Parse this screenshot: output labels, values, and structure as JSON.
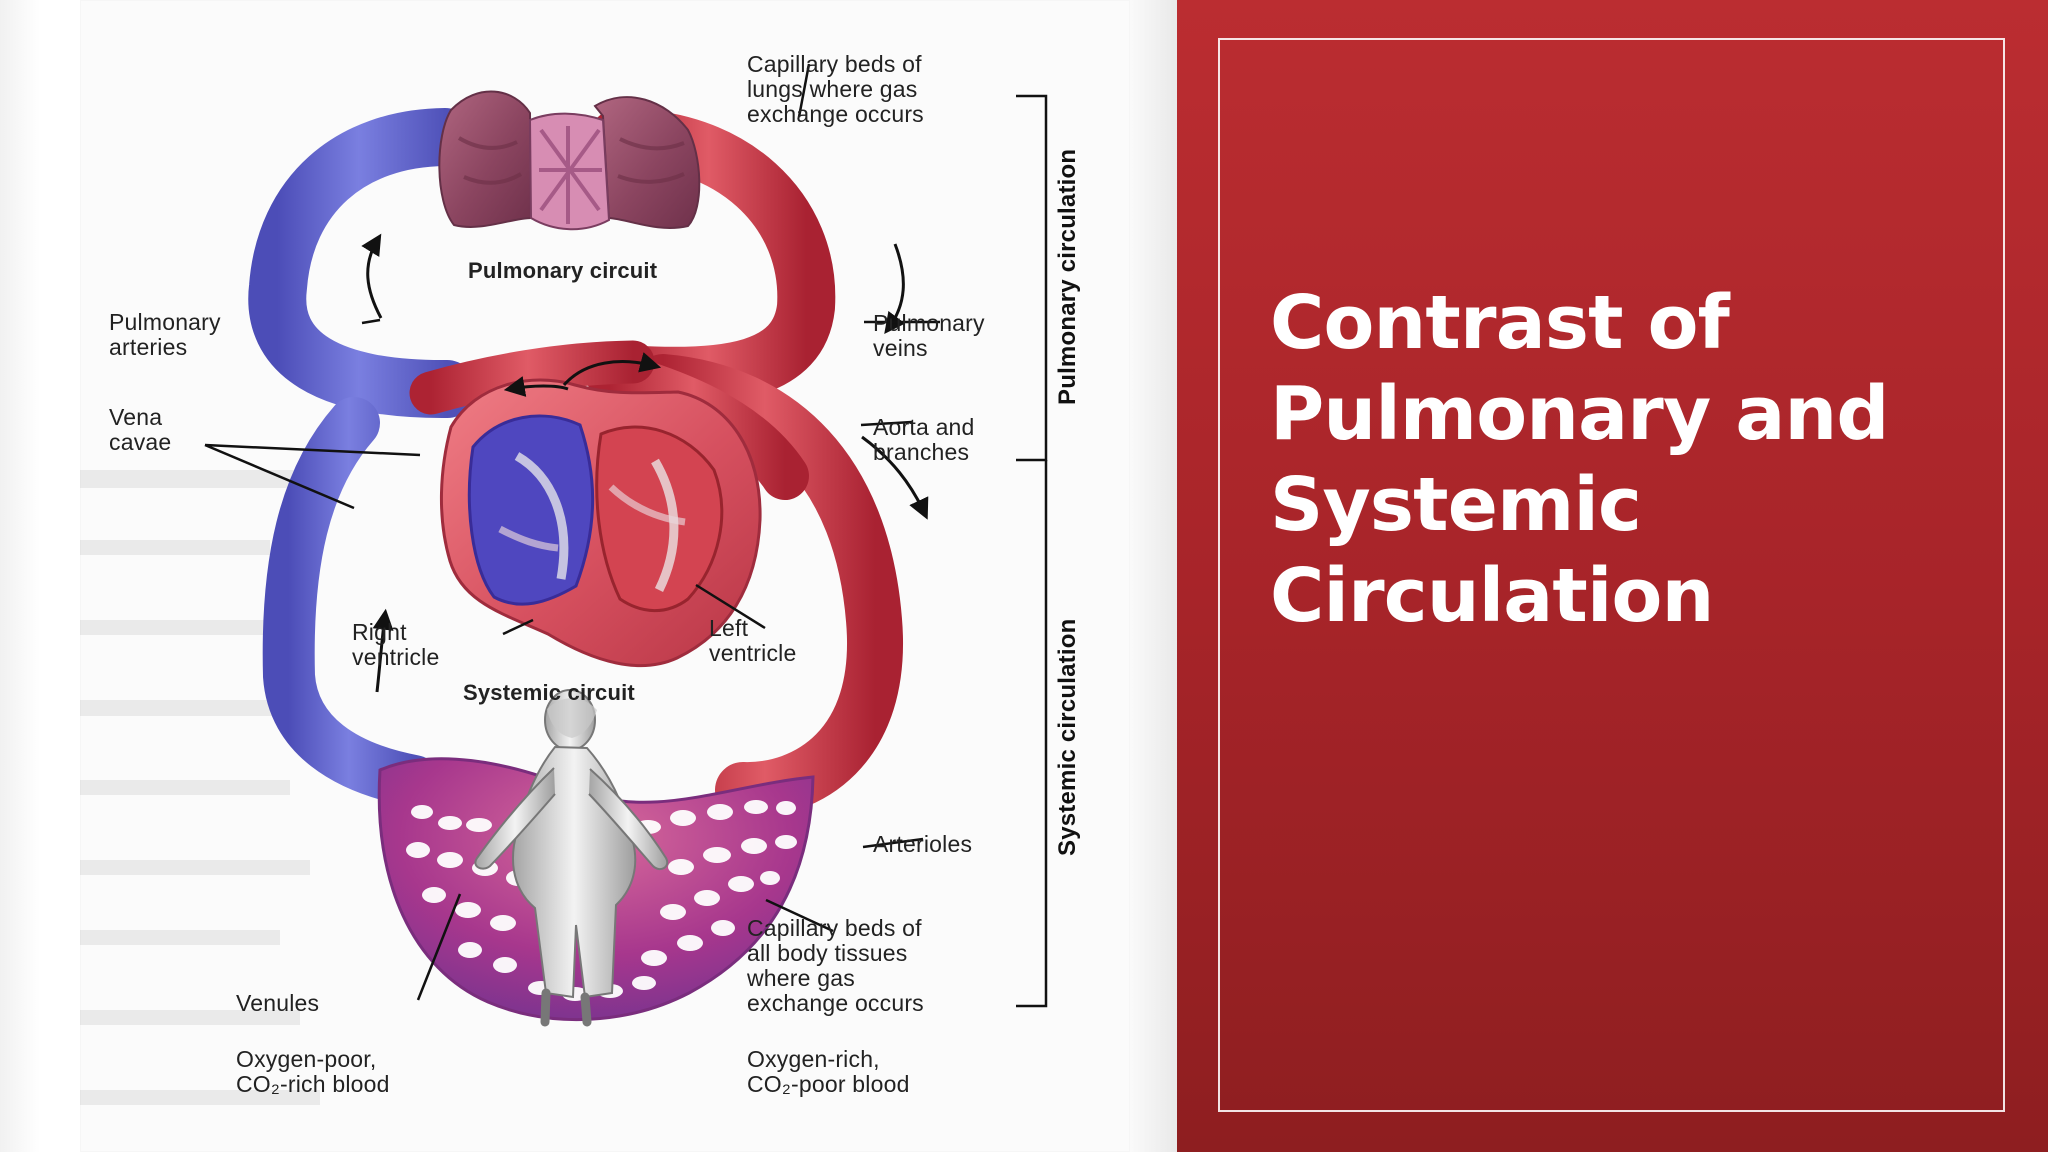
{
  "slide": {
    "title": "Contrast of Pulmonary and Systemic Circulation"
  },
  "diagram": {
    "labels": {
      "capillary_beds_lungs_1": "Capillary beds of",
      "capillary_beds_lungs_2": "lungs where gas",
      "capillary_beds_lungs_3": "exchange occurs",
      "pulmonary_circuit": "Pulmonary circuit",
      "pulmonary_arteries_1": "Pulmonary",
      "pulmonary_arteries_2": "arteries",
      "pulmonary_veins_1": "Pulmonary",
      "pulmonary_veins_2": "veins",
      "vena_cavae_1": "Vena",
      "vena_cavae_2": "cavae",
      "aorta_1": "Aorta and",
      "aorta_2": "branches",
      "right_ventricle_1": "Right",
      "right_ventricle_2": "ventricle",
      "left_ventricle_1": "Left",
      "left_ventricle_2": "ventricle",
      "systemic_circuit": "Systemic circuit",
      "arterioles": "Arterioles",
      "capillary_beds_body_1": "Capillary beds of",
      "capillary_beds_body_2": "all body tissues",
      "capillary_beds_body_3": "where gas",
      "capillary_beds_body_4": "exchange occurs",
      "venules": "Venules",
      "oxygen_poor_1": "Oxygen-poor,",
      "oxygen_poor_2": "CO₂-rich blood",
      "oxygen_rich_1": "Oxygen-rich,",
      "oxygen_rich_2": "CO₂-poor blood",
      "pulmonary_circulation": "Pulmonary circulation",
      "systemic_circulation": "Systemic circulation"
    },
    "colors": {
      "oxygen_poor": "#6b6ed1",
      "oxygen_rich": "#c73545",
      "lung": "#8f4a65",
      "heart": "#d95363",
      "capillary": "#bc3b80",
      "line": "#1f1f1f"
    }
  }
}
